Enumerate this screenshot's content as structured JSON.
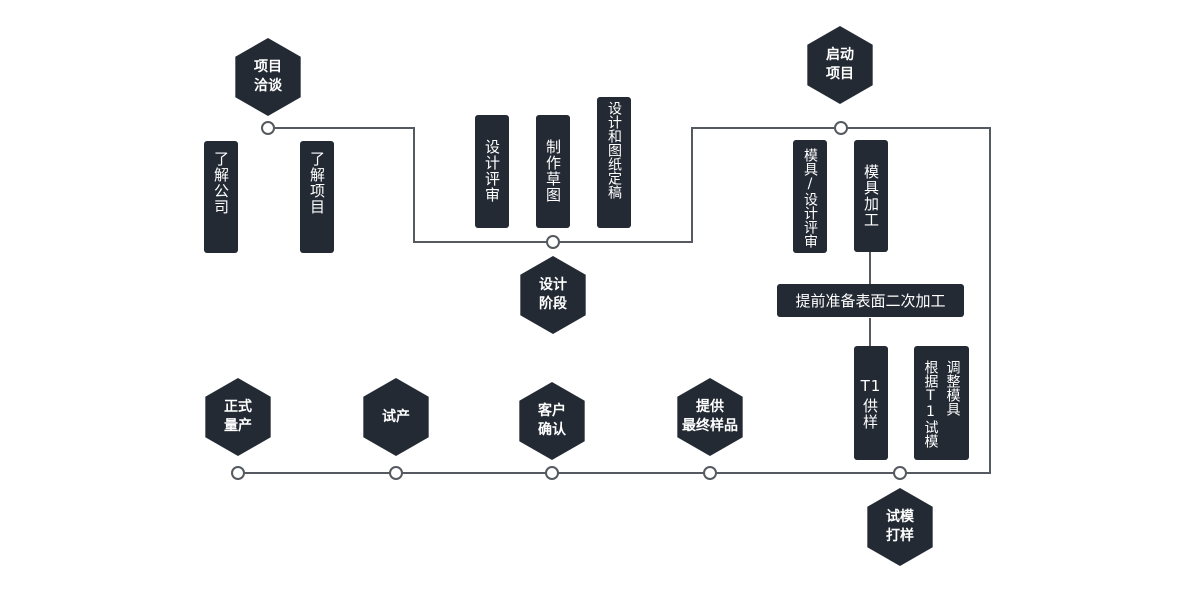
{
  "stages": {
    "project_talk": [
      "项目",
      "洽谈"
    ],
    "design_phase": [
      "设计",
      "阶段"
    ],
    "start_project": [
      "启动",
      "项目"
    ],
    "trial_sample": [
      "试模",
      "打样"
    ],
    "final_sample": [
      "提供",
      "最终样品"
    ],
    "customer_confirm": [
      "客户",
      "确认"
    ],
    "trial_production": [
      "试产"
    ],
    "mass_production": [
      "正式",
      "量产"
    ]
  },
  "steps": {
    "understand_company": [
      "了解公司"
    ],
    "understand_project": [
      "了解项目"
    ],
    "design_review": [
      "设计评审"
    ],
    "make_draft": [
      "制作草图"
    ],
    "finalize_drawings": [
      "设计和图纸定稿"
    ],
    "mold_design_review": [
      "模具/设计评审"
    ],
    "mold_machining": [
      "模具加工"
    ],
    "surface_prep": "提前准备表面二次加工",
    "t1_sample": [
      "T1",
      "供样"
    ],
    "adjust_mold": [
      "根据T1试模",
      "调整模具"
    ]
  }
}
